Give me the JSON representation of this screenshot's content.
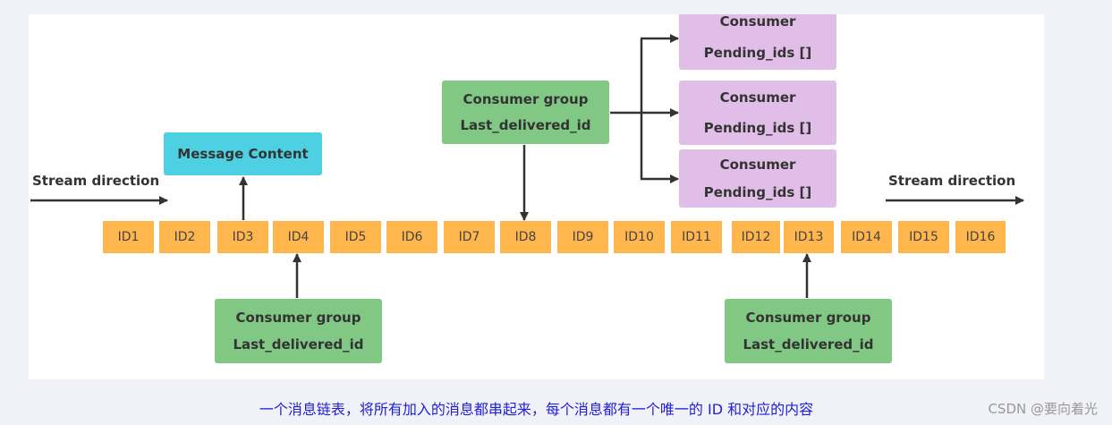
{
  "colors": {
    "message": "#4dd0e1",
    "group": "#80c883",
    "consumer": "#e1bee7",
    "id": "#ffb74d",
    "arrow": "#333333",
    "caption": "#2020d8"
  },
  "diagram": {
    "stream_left_label": "Stream direction",
    "stream_right_label": "Stream direction",
    "message_content": "Message Content",
    "ids": [
      "ID1",
      "ID2",
      "ID3",
      "ID4",
      "ID5",
      "ID6",
      "ID7",
      "ID8",
      "ID9",
      "ID10",
      "ID11",
      "ID12",
      "ID13",
      "ID14",
      "ID15",
      "ID16"
    ],
    "groups": [
      {
        "title": "Consumer group",
        "field": "Last_delivered_id",
        "points_to": "ID8"
      },
      {
        "title": "Consumer group",
        "field": "Last_delivered_id",
        "points_to": "ID4"
      },
      {
        "title": "Consumer group",
        "field": "Last_delivered_id",
        "points_to": "ID13"
      }
    ],
    "consumers": [
      {
        "title": "Consumer",
        "field": "Pending_ids []"
      },
      {
        "title": "Consumer",
        "field": "Pending_ids []"
      },
      {
        "title": "Consumer",
        "field": "Pending_ids []"
      }
    ]
  },
  "caption": "一个消息链表，将所有加入的消息都串起来，每个消息都有一个唯一的 ID 和对应的内容",
  "watermark": "CSDN @要向着光"
}
